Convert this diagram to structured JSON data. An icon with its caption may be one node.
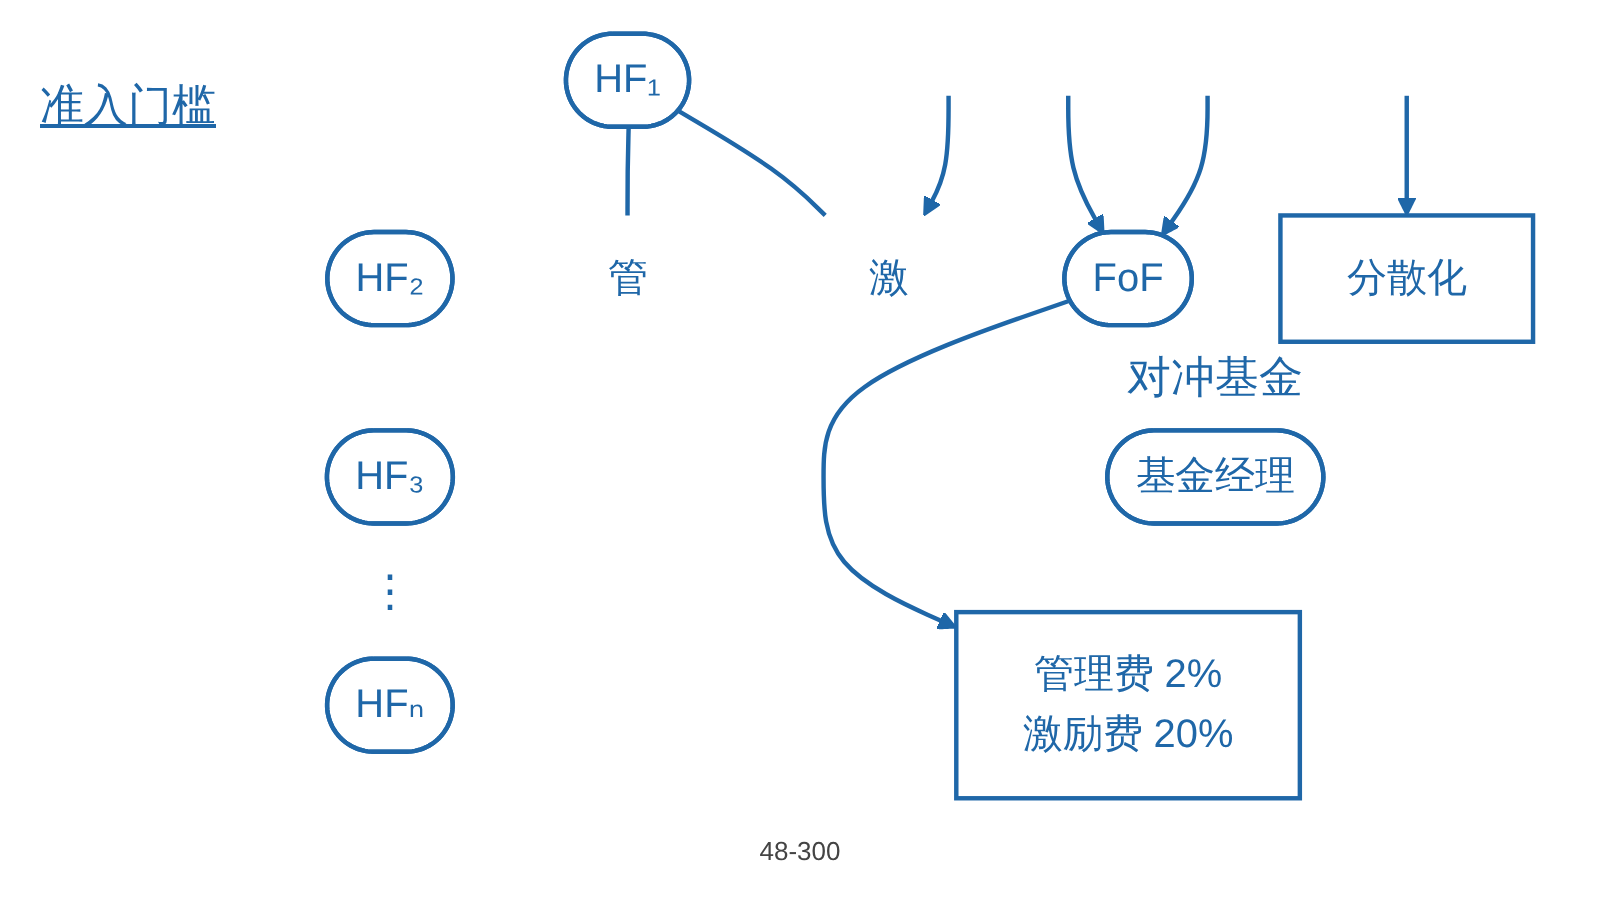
{
  "diagram": {
    "nodes": [
      {
        "text": [
          "FoF"
        ]
      },
      {
        "text": [
          "基金经理"
        ]
      },
      {
        "text": [
          "管理费 2%",
          "激励费 20%"
        ]
      },
      {
        "text": [
          "HF₁"
        ]
      },
      {
        "text": [
          "管"
        ]
      },
      {
        "text": [
          "激"
        ]
      },
      {
        "text": [
          "HF₂"
        ]
      },
      {
        "text": [
          "HF₃"
        ]
      },
      {
        "text": [
          "HFₙ"
        ]
      },
      {
        "text": [
          "分散化"
        ]
      }
    ],
    "edges": [
      {
        "from": null,
        "to": 0,
        "arrow": "to"
      },
      {
        "from": null,
        "to": 0,
        "arrow": "to"
      },
      {
        "from": 0,
        "to": 2,
        "arrow": "to"
      },
      {
        "from": 3,
        "to": 4,
        "arrow": "none"
      },
      {
        "from": 3,
        "to": 5,
        "arrow": "none"
      },
      {
        "from": null,
        "to": 5,
        "arrow": "to"
      },
      {
        "from": null,
        "to": 9,
        "arrow": "to"
      }
    ],
    "labels": [
      "准入门槛",
      "对冲基金",
      "⋮",
      "48-300"
    ]
  }
}
